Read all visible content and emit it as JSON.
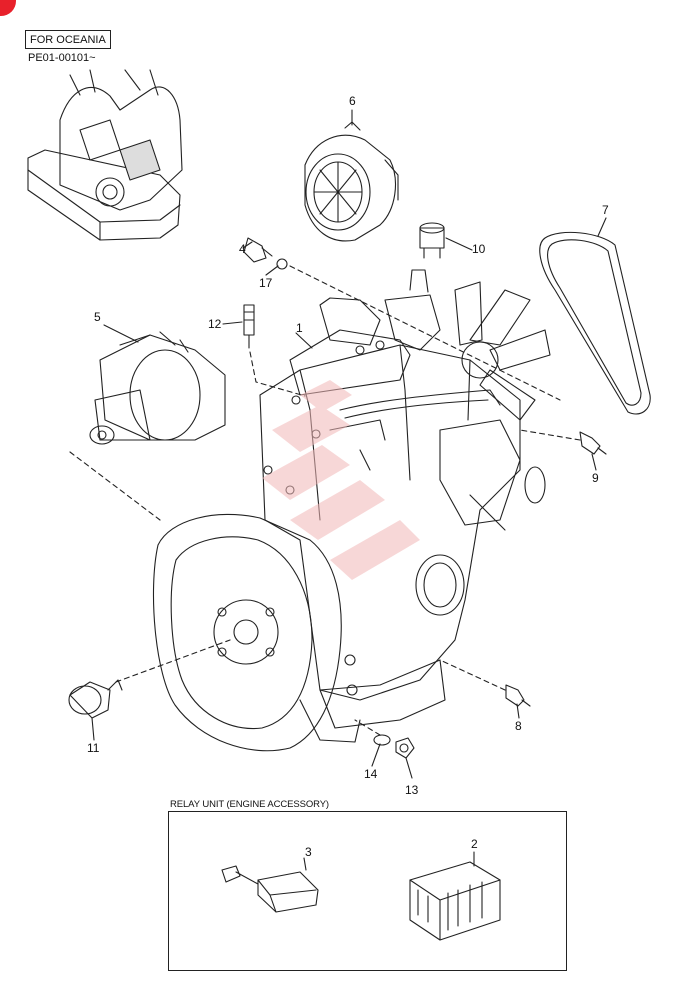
{
  "header": {
    "region_label": "FOR OCEANIA",
    "serial_range": "PE01-00101~"
  },
  "callouts": [
    {
      "id": "1",
      "label": "1"
    },
    {
      "id": "2",
      "label": "2"
    },
    {
      "id": "3",
      "label": "3"
    },
    {
      "id": "4",
      "label": "4"
    },
    {
      "id": "5",
      "label": "5"
    },
    {
      "id": "6",
      "label": "6"
    },
    {
      "id": "7",
      "label": "7"
    },
    {
      "id": "8",
      "label": "8"
    },
    {
      "id": "9",
      "label": "9"
    },
    {
      "id": "10",
      "label": "10"
    },
    {
      "id": "11",
      "label": "11"
    },
    {
      "id": "12",
      "label": "12"
    },
    {
      "id": "13",
      "label": "13"
    },
    {
      "id": "14",
      "label": "14"
    },
    {
      "id": "17",
      "label": "17"
    }
  ],
  "relay_unit": {
    "title": "RELAY UNIT (ENGINE ACCESSORY)"
  },
  "colors": {
    "line": "#222222",
    "badge": "#e8212b",
    "watermark": "#f2b8b8"
  }
}
